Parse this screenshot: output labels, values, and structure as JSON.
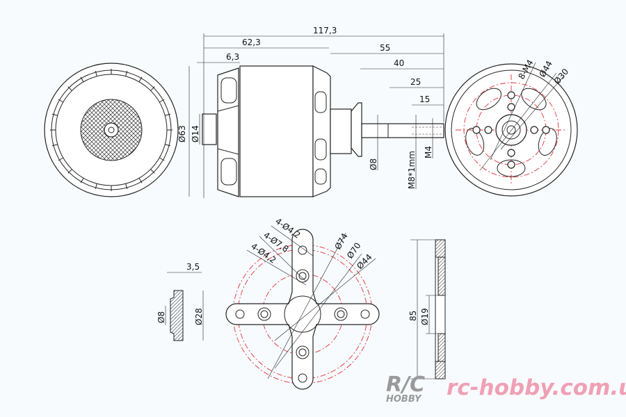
{
  "drawing": {
    "side_view": {
      "overall_length": "117,3",
      "body_length": "62,3",
      "rear_cap": "6,3",
      "shaft_55": "55",
      "shaft_40": "40",
      "shaft_25": "25",
      "shaft_15": "15",
      "diameter_body": "Ø63",
      "diameter_rear": "Ø14",
      "diameter_shaft": "Ø8",
      "thread_shaft": "M8*1mm",
      "thread_hole": "M4"
    },
    "front_view": {
      "holes": "8-M4",
      "pcd_44": "Ø44",
      "pcd_30": "Ø30"
    },
    "mount": {
      "holes_a": "4-Ø4,2",
      "holes_b": "4-Ø7,8",
      "holes_c": "4-Ø4,2",
      "d74": "Ø74",
      "d70": "Ø70",
      "d44": "Ø44",
      "height": "85",
      "bore": "Ø19"
    },
    "spacer": {
      "thickness": "3,5",
      "inner": "Ø8",
      "outer": "Ø28"
    }
  },
  "watermark": {
    "logo_text": "R/C HOBBY",
    "site": "rc-hobby.com.ua"
  },
  "colors": {
    "line": "#222222",
    "center": "#e0303a",
    "watermark": "#f0a0b4"
  }
}
